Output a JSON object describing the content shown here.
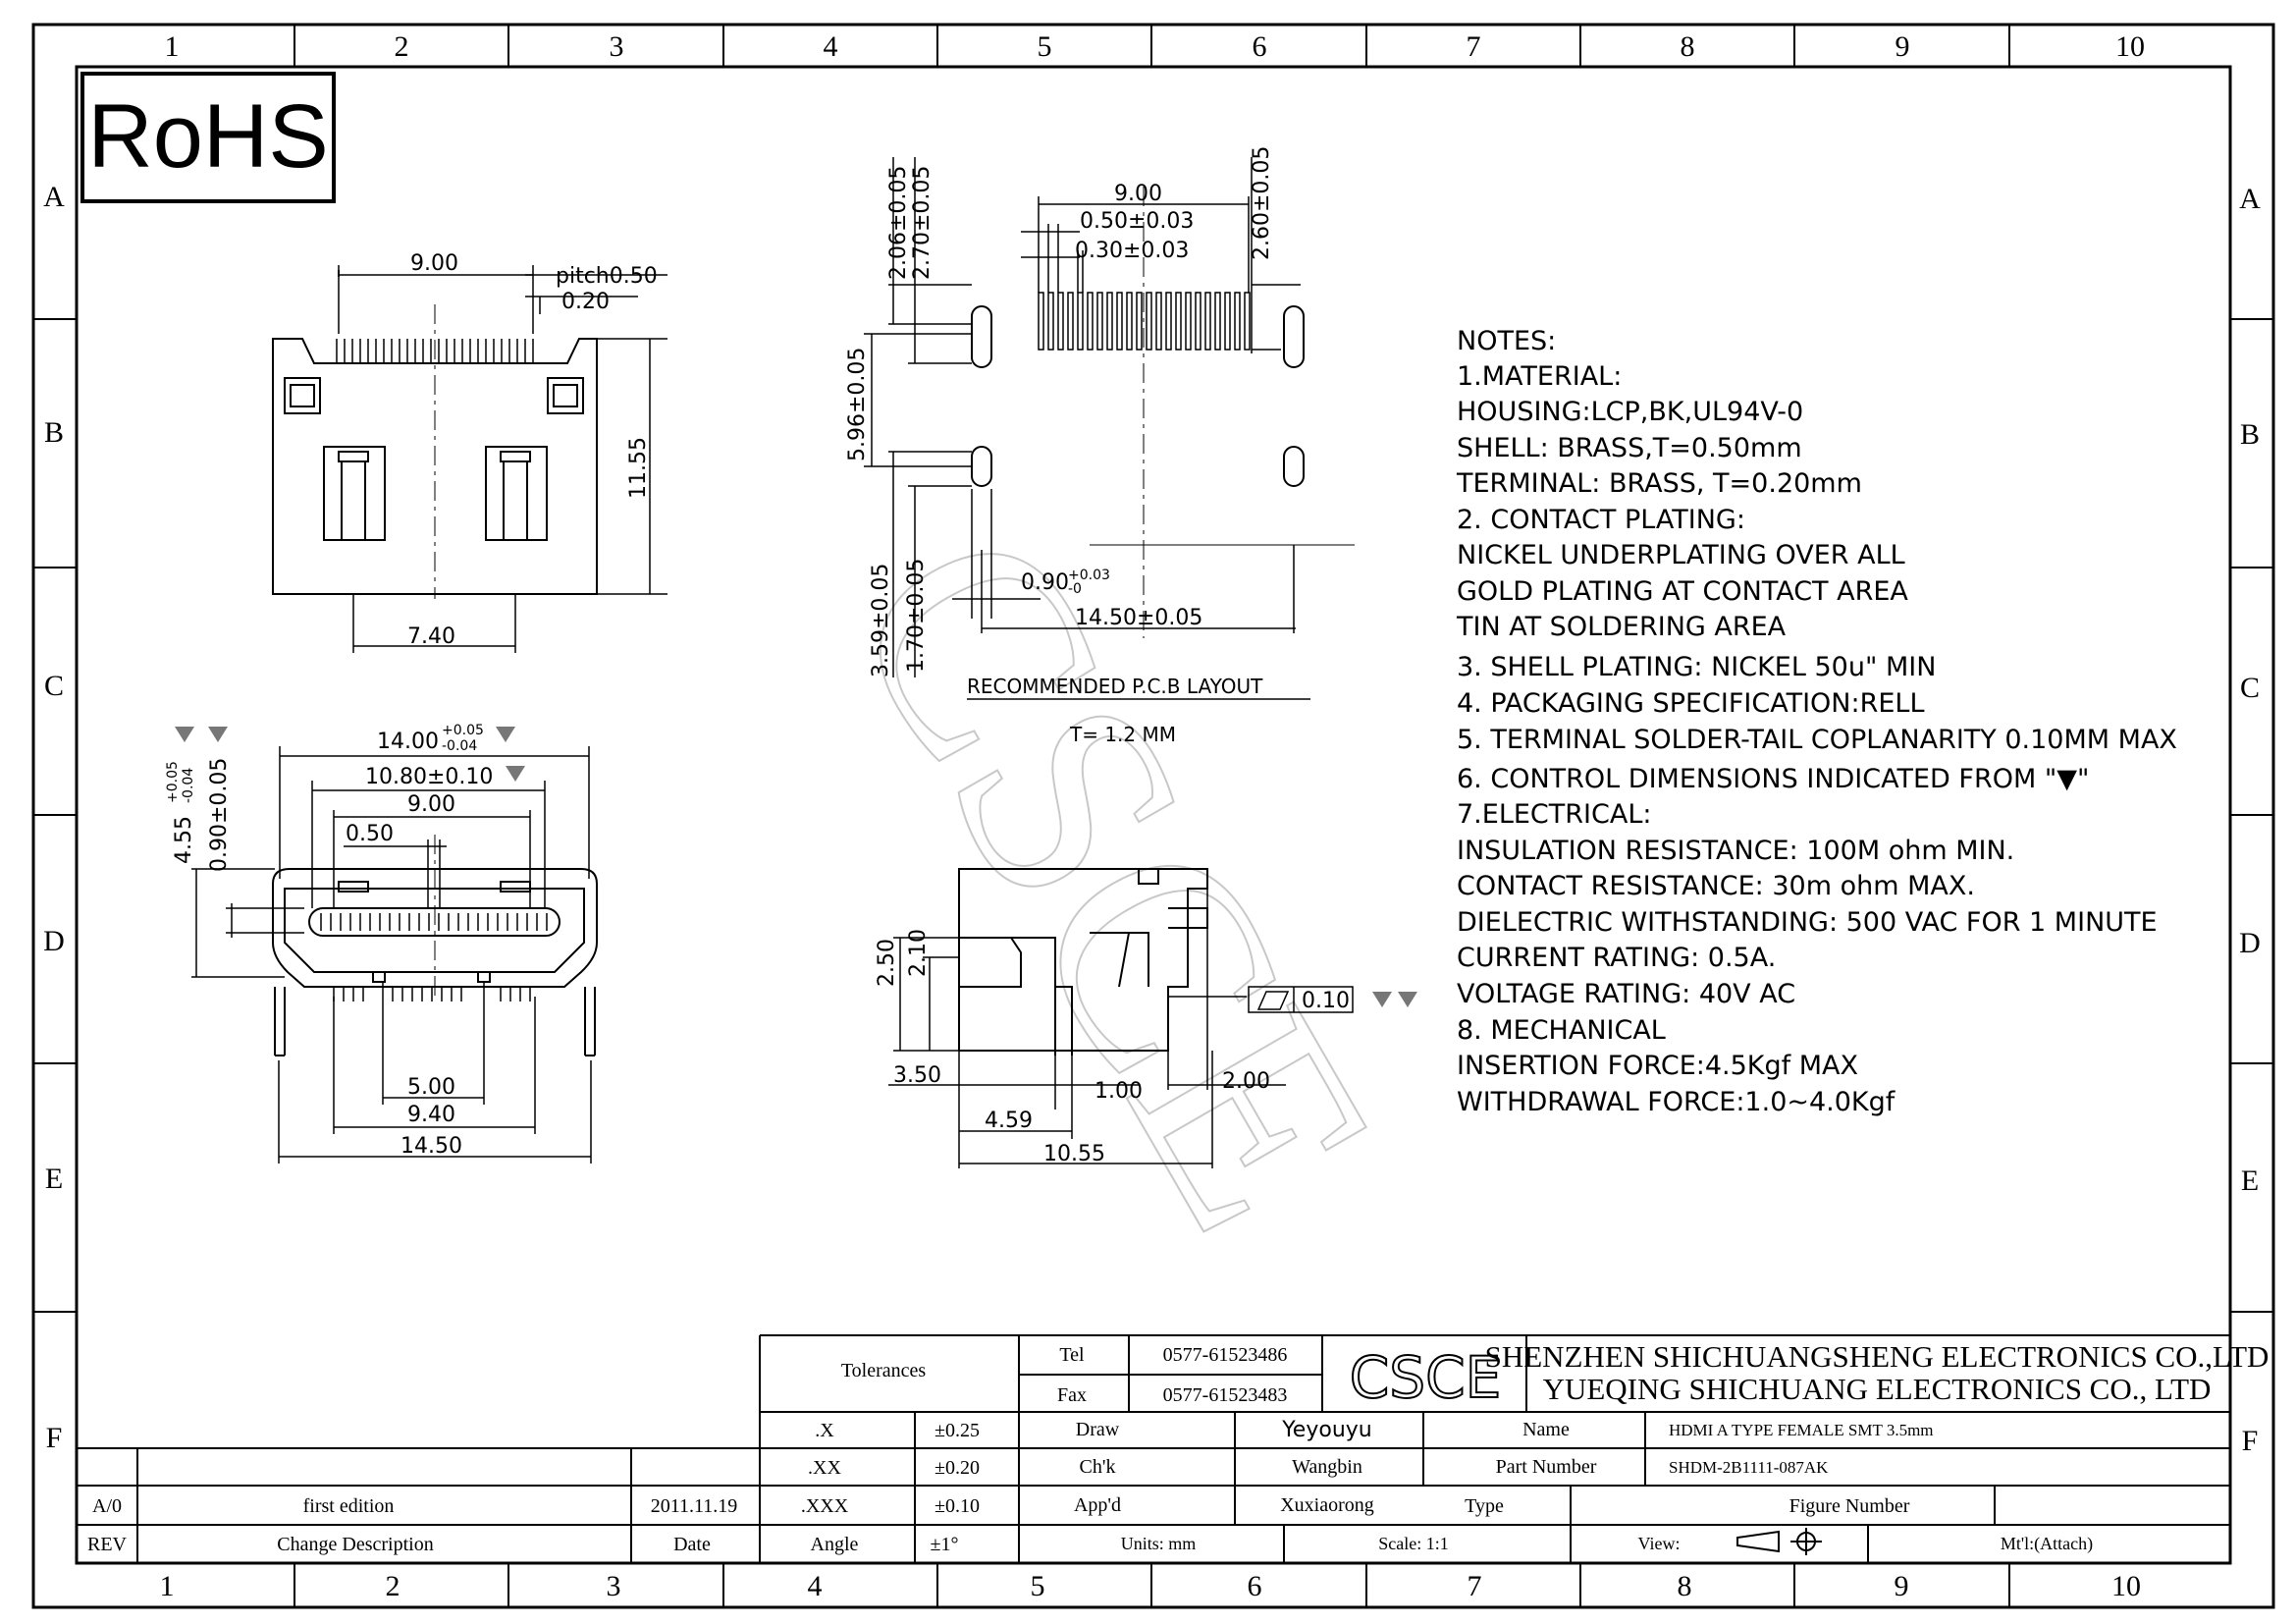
{
  "frame": {
    "columns": [
      "1",
      "2",
      "3",
      "4",
      "5",
      "6",
      "7",
      "8",
      "9",
      "10"
    ],
    "rows": [
      "A",
      "B",
      "C",
      "D",
      "E",
      "F"
    ]
  },
  "rohs": "RoHS",
  "watermark": "CSCE",
  "front_view": {
    "dim_width": "9.00",
    "dim_pitch": "pitch0.50",
    "dim_terminal": "0.20",
    "dim_height": "11.55",
    "dim_bottom": "7.40"
  },
  "mating_view": {
    "dim_shell": "14.00",
    "dim_shell_tol_plus": "+0.05",
    "dim_shell_tol_minus": "-0.04",
    "dim_inner": "10.80±0.10",
    "dim_contacts": "9.00",
    "dim_pitch": "0.50",
    "dim_height_a": "4.55",
    "dim_height_a_plus": "+0.05",
    "dim_height_a_minus": "-0.04",
    "dim_height_b": "0.90±0.05",
    "dim_legs": "5.00",
    "dim_legs_outer": "9.40",
    "dim_overall": "14.50"
  },
  "pcb_layout": {
    "dim_span": "9.00",
    "dim_pitch": "0.50±0.03",
    "dim_pad": "0.30±0.03",
    "dim_h1": "2.06±0.05",
    "dim_h2": "2.70±0.05",
    "dim_h3": "2.60±0.05",
    "dim_mid": "5.96±0.05",
    "dim_low1": "3.59±0.05",
    "dim_low2": "1.70±0.05",
    "dim_slot": "0.90",
    "dim_slot_plus": "+0.03",
    "dim_slot_minus": "-0",
    "dim_width": "14.50±0.05",
    "title": "RECOMMENDED P.C.B LAYOUT",
    "thickness": "T= 1.2 MM"
  },
  "side_view": {
    "dim_h1": "2.50",
    "dim_h2": "2.10",
    "dim_a": "3.50",
    "dim_b": "1.00",
    "dim_c": "2.00",
    "dim_d": "4.59",
    "dim_e": "10.55",
    "flatness": "0.10"
  },
  "notes": [
    "NOTES:",
    "1.MATERIAL:",
    "  HOUSING:LCP,BK,UL94V-0",
    "  SHELL: BRASS,T=0.50mm",
    "  TERMINAL: BRASS, T=0.20mm",
    "2. CONTACT PLATING:",
    "  NICKEL UNDERPLATING OVER ALL",
    "  GOLD PLATING AT CONTACT AREA",
    "  TIN AT SOLDERING AREA",
    "3. SHELL PLATING: NICKEL 50u\" MIN",
    "4. PACKAGING SPECIFICATION:RELL",
    "5. TERMINAL SOLDER-TAIL COPLANARITY 0.10MM MAX",
    "6. CONTROL DIMENSIONS INDICATED FROM \"▼\"",
    "7.ELECTRICAL:",
    "    INSULATION RESISTANCE: 100M ohm MIN.",
    "    CONTACT RESISTANCE: 30m ohm MAX.",
    "    DIELECTRIC WITHSTANDING: 500 VAC FOR 1 MINUTE",
    "    CURRENT RATING: 0.5A.",
    "    VOLTAGE RATING: 40V AC",
    "8. MECHANICAL",
    "    INSERTION FORCE:4.5Kgf MAX",
    "    WITHDRAWAL FORCE:1.0~4.0Kgf"
  ],
  "title_block": {
    "tolerances": "Tolerances",
    "tol_x": ".X",
    "tol_x_val": "±0.25",
    "tol_xx": ".XX",
    "tol_xx_val": "±0.20",
    "tol_xxx": ".XXX",
    "tol_xxx_val": "±0.10",
    "tol_angle": "Angle",
    "tol_angle_val": "±1°",
    "tel_label": "Tel",
    "tel": "0577-61523486",
    "fax_label": "Fax",
    "fax": "0577-61523483",
    "logo": "CSCE",
    "company1": "SHENZHEN SHICHUANGSHENG ELECTRONICS CO.,LTD",
    "company2": "YUEQING SHICHUANG ELECTRONICS CO., LTD",
    "draw_label": "Draw",
    "draw": "Yeyouyu",
    "chk_label": "Ch'k",
    "chk": "Wangbin",
    "appd_label": "App'd",
    "appd": "Xuxiaorong",
    "units": "Units: mm",
    "name_label": "Name",
    "name": "HDMI A TYPE FEMALE SMT 3.5mm",
    "part_label": "Part Number",
    "part": "SHDM-2B1111-087AK",
    "type_label": "Type",
    "figure_label": "Figure Number",
    "scale": "Scale: 1:1",
    "view": "View:",
    "material": "Mt'l:(Attach)",
    "rev_a0": "A/0",
    "rev_desc": "first edition",
    "rev_date": "2011.11.19",
    "rev_label": "REV",
    "change_label": "Change Description",
    "date_label": "Date"
  }
}
